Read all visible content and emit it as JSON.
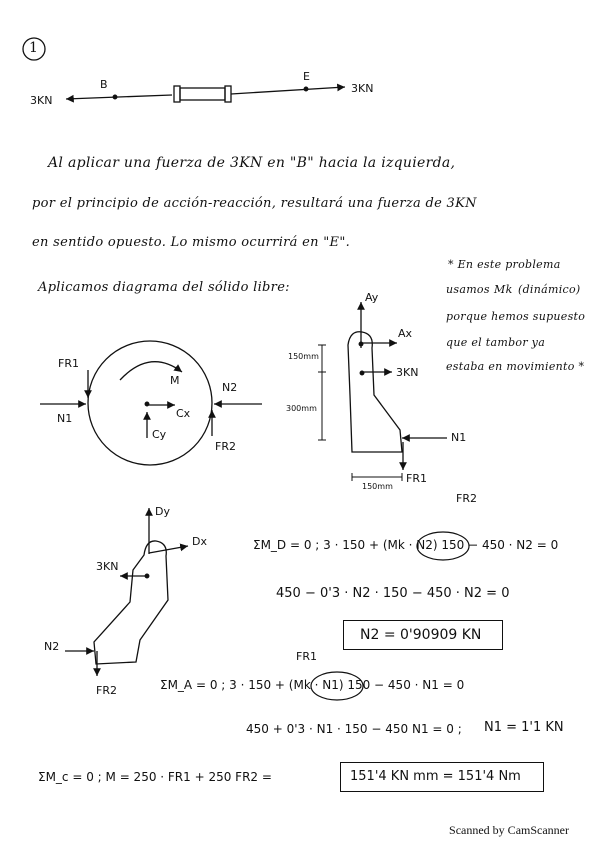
{
  "problem": {
    "number": "1"
  },
  "top_diagram": {
    "left_force": "3KN",
    "right_force": "3KN",
    "point_b": "B",
    "point_e": "E"
  },
  "paragraph": [
    "Al aplicar una fuerza de 3KN en \"B\" hacia la izquierda,",
    "por el principio de acción-reacción, resultará una fuerza de 3KN",
    "en sentido opuesto. Lo mismo ocurrirá en \"E\"."
  ],
  "dsl_heading": "Aplicamos diagrama del sólido libre:",
  "note": [
    "* En este problema",
    "usamos",
    "(dinámico)",
    "porque hemos supuesto",
    "que el tambor ya",
    "estaba en movimiento *"
  ],
  "note_mu": "Mk",
  "drum": {
    "fr1": "FR1",
    "n1": "N1",
    "m": "M",
    "n2": "N2",
    "cx": "Cx",
    "cy": "Cy",
    "fr2": "FR2"
  },
  "arm_right": {
    "ay": "Ay",
    "ax": "Ax",
    "force": "3KN",
    "dim_top": "150mm",
    "dim_side": "300mm",
    "dim_bottom": "150mm",
    "n1": "N1",
    "fr1": "FR1"
  },
  "arm_left": {
    "dy": "Dy",
    "dx": "Dx",
    "force": "3KN",
    "n2": "N2",
    "fr2": "FR2"
  },
  "equations": {
    "fr2_label": "FR2",
    "fr1_label": "FR1",
    "md": "ΣM_D = 0 ;    3 · 150 + (Mk · N2) 150 − 450 · N2 = 0",
    "md2": "450 − 0'3 · N2 · 150 − 450 · N2 = 0",
    "n2_result": "N2 = 0'90909 KN",
    "ma": "ΣM_A = 0 ;   3 · 150 + (Mk · N1) 150 − 450 · N1 = 0",
    "ma2": "450 + 0'3 · N1 · 150 − 450 N1 = 0 ;",
    "n1_result": "N1 = 1'1 KN",
    "mc": "ΣM_c = 0 ;   M = 250 · FR1 + 250 FR2 =",
    "m_result": "151'4 KN mm = 151'4 Nm"
  },
  "footer": "Scanned by CamScanner"
}
